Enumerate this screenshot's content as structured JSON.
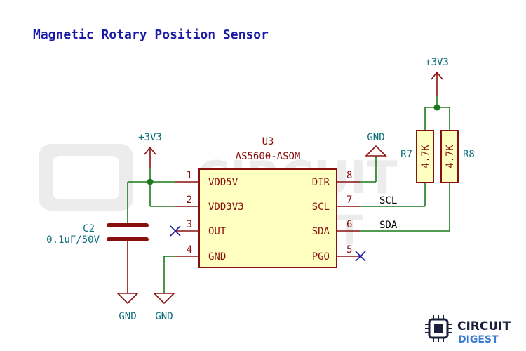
{
  "title": "Magnetic Rotary Position Sensor",
  "watermark": {
    "line1": "CIRCUIT",
    "line2": "DIGEST"
  },
  "ic": {
    "ref": "U3",
    "part": "AS5600-ASOM",
    "left_pins": [
      {
        "num": "1",
        "name": "VDD5V"
      },
      {
        "num": "2",
        "name": "VDD3V3"
      },
      {
        "num": "3",
        "name": "OUT"
      },
      {
        "num": "4",
        "name": "GND"
      }
    ],
    "right_pins": [
      {
        "num": "8",
        "name": "DIR"
      },
      {
        "num": "7",
        "name": "SCL"
      },
      {
        "num": "6",
        "name": "SDA"
      },
      {
        "num": "5",
        "name": "PGO"
      }
    ]
  },
  "capacitor": {
    "ref": "C2",
    "value": "0.1uF/50V"
  },
  "resistors": [
    {
      "ref": "R7",
      "value": "4.7K"
    },
    {
      "ref": "R8",
      "value": "4.7K"
    }
  ],
  "power": {
    "vcc_left": "+3V3",
    "vcc_right": "+3V3",
    "gnd": "GND"
  },
  "nets": {
    "scl": "SCL",
    "sda": "SDA"
  },
  "logo": {
    "line1": "CIRCUIT",
    "line2": "DIGEST"
  },
  "colors": {
    "wire": "#1a7a1a",
    "component": "#8a1010",
    "label": "#0a6e7a",
    "title": "#1a1aa6",
    "ic_fill": "#ffffc2",
    "no_connect": "#1a1aa6"
  }
}
